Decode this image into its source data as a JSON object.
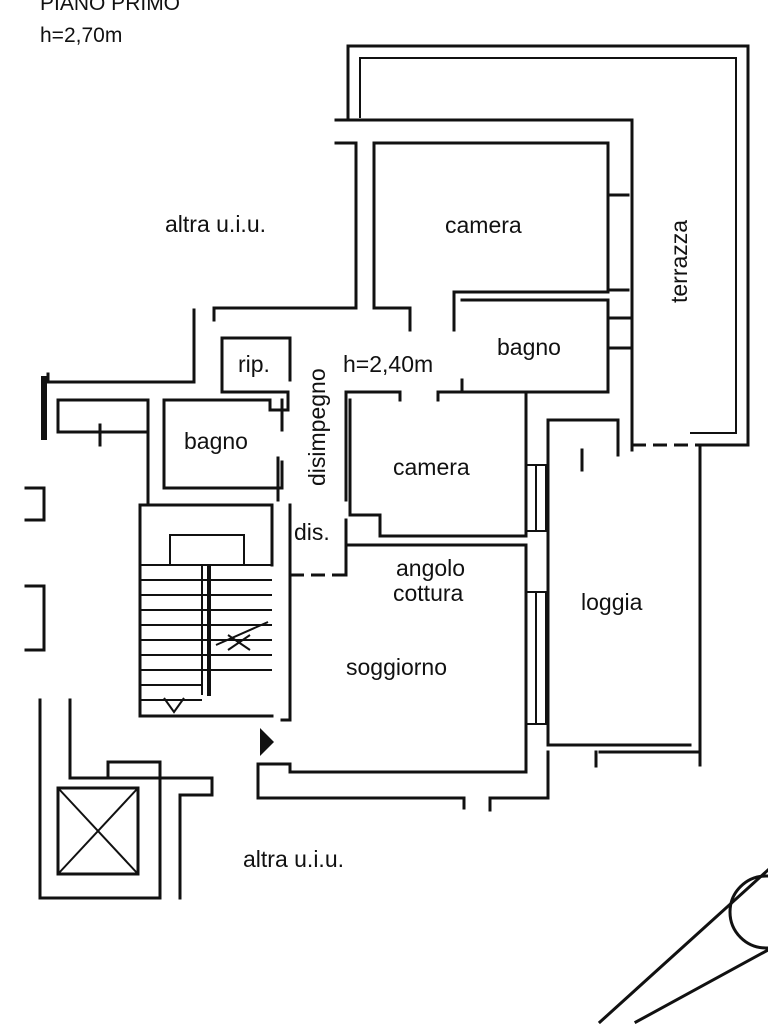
{
  "header": {
    "line1": "PIANO PRIMO",
    "line2": "h=2,70m"
  },
  "rooms": {
    "altra_uiu_top": "altra u.i.u.",
    "camera_top": "camera",
    "terrazza": "terrazza",
    "rip": "rip.",
    "disimpegno": "disimpegno",
    "h_240": "h=2,40m",
    "bagno_right": "bagno",
    "bagno_left": "bagno",
    "camera_mid": "camera",
    "dis": "dis.",
    "angolo_cottura_1": "angolo",
    "angolo_cottura_2": "cottura",
    "loggia": "loggia",
    "soggiorno": "soggiorno",
    "altra_uiu_bottom": "altra u.i.u."
  }
}
